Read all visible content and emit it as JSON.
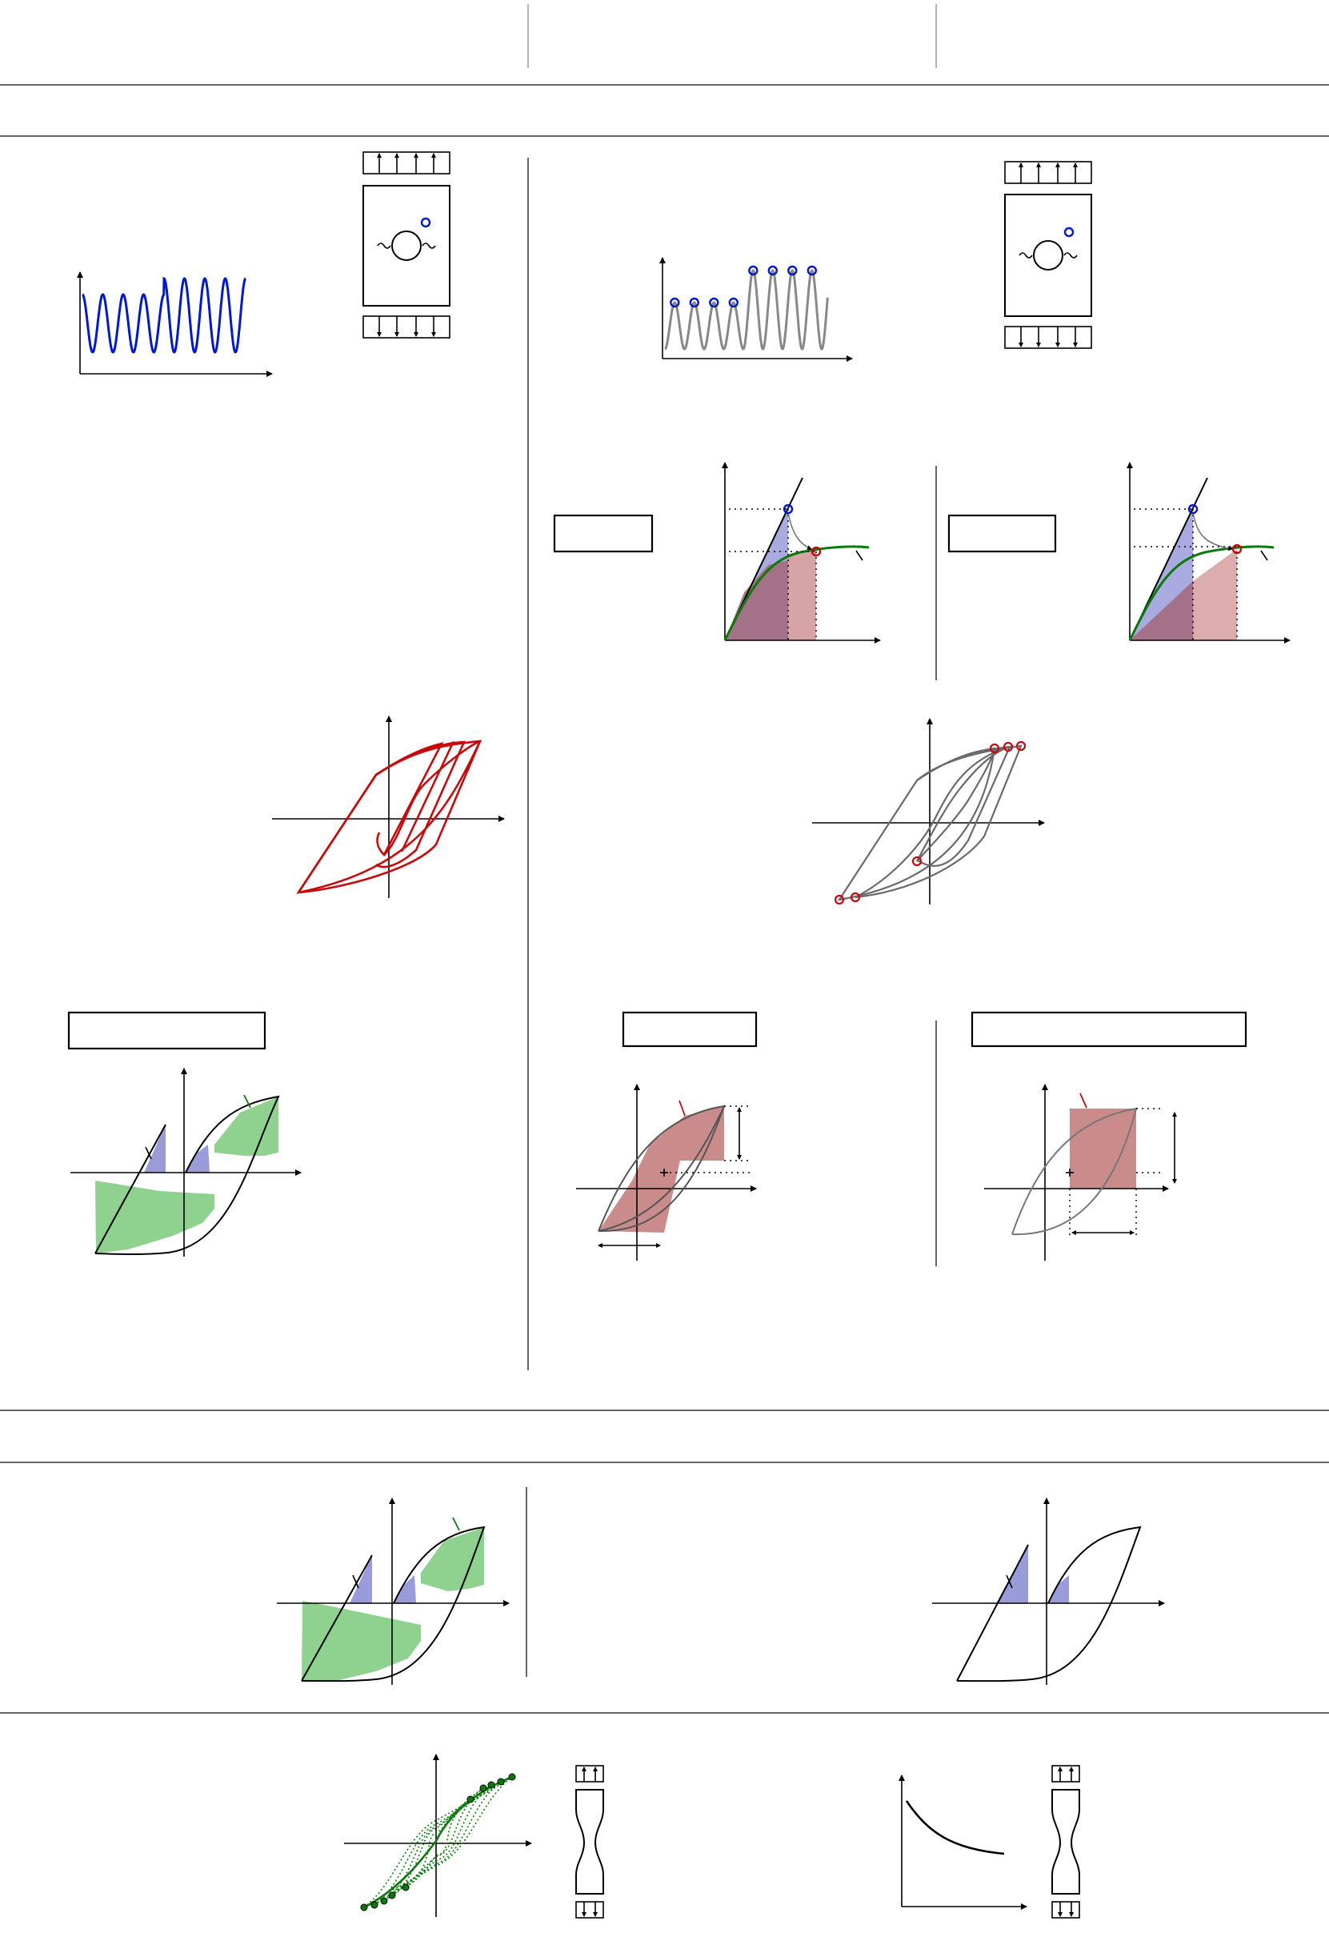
{
  "panels": {
    "header": {
      "columns": 3
    },
    "method_a": {
      "load_signal": "sinusoid-two-amplitudes",
      "hysteresis": "red-loops"
    },
    "method_b": {
      "peaks": "circled",
      "hysteresis": "grey-loops"
    },
    "bottom": {
      "specimens": 2
    }
  },
  "colors": {
    "blue": "#0018cc",
    "blue_fill": "#9a9bd9",
    "green": "#0a7a0a",
    "green_fill": "#8fd18f",
    "red": "#c8090c",
    "red_fill": "#c47e7e",
    "grey": "#777777",
    "black": "#000000"
  },
  "labels": {
    "box_left_1": "",
    "box_mid_1": "",
    "box_mid_2": "",
    "box_left_2": "",
    "box_mid_3": "",
    "box_right_3": ""
  }
}
